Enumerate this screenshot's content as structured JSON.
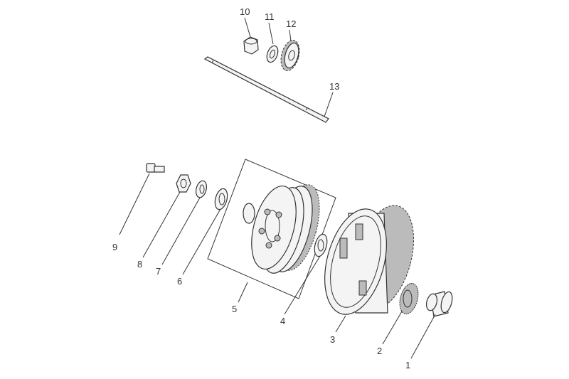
{
  "diagram": {
    "type": "exploded-parts-view",
    "parts": [
      {
        "number": "1"
      },
      {
        "number": "2"
      },
      {
        "number": "3"
      },
      {
        "number": "4"
      },
      {
        "number": "5"
      },
      {
        "number": "6"
      },
      {
        "number": "7"
      },
      {
        "number": "8"
      },
      {
        "number": "9"
      },
      {
        "number": "10"
      },
      {
        "number": "11"
      },
      {
        "number": "12"
      },
      {
        "number": "13"
      }
    ]
  }
}
